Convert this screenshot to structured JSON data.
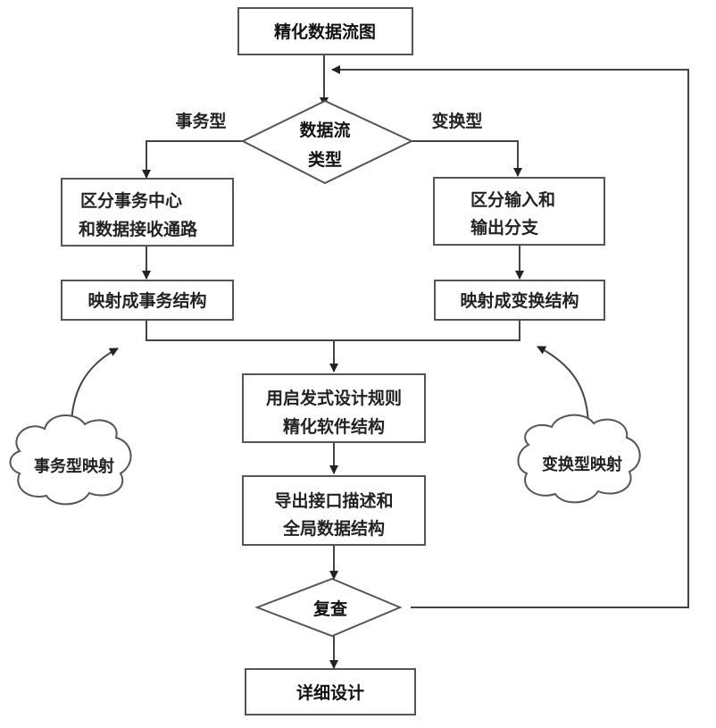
{
  "nodes": {
    "refine_dfd": "精化数据流图",
    "dfd_type": [
      "数据流",
      "类型"
    ],
    "distinguish_transaction": [
      "区分事务中心",
      "和数据接收通路"
    ],
    "map_transaction": "映射成事务结构",
    "distinguish_io": [
      "区分输入和",
      "输出分支"
    ],
    "map_transform": "映射成变换结构",
    "heuristic_refine": [
      "用启发式设计规则",
      "精化软件结构"
    ],
    "export_interface": [
      "导出接口描述和",
      "全局数据结构"
    ],
    "review": "复查",
    "detailed_design": "详细设计"
  },
  "edge_labels": {
    "transaction": "事务型",
    "transform": "变换型"
  },
  "annotations": {
    "transaction_mapping": "事务型映射",
    "transform_mapping": "变换型映射"
  }
}
